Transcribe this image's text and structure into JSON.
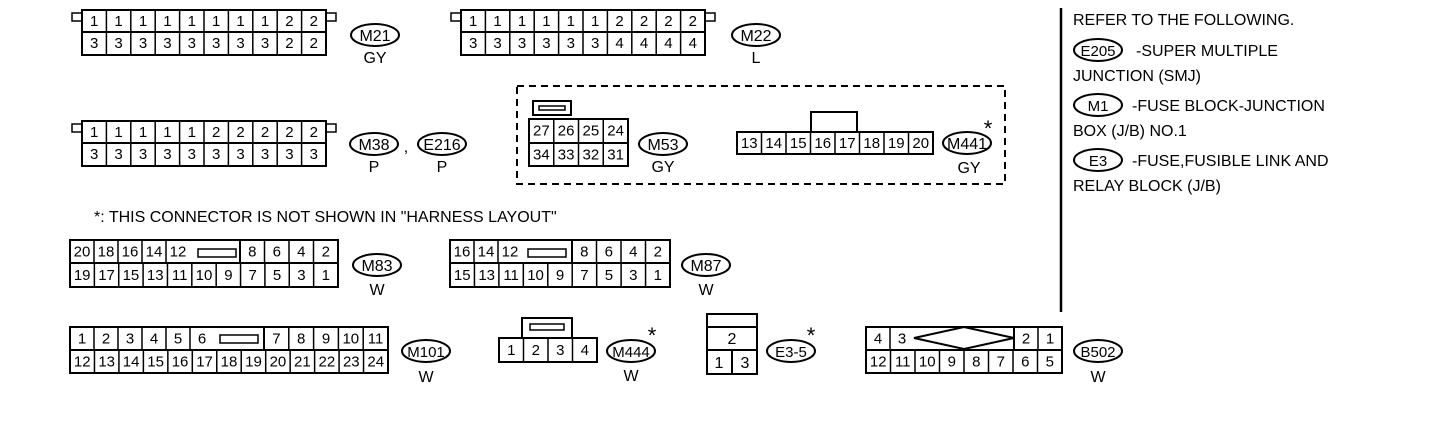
{
  "connectors": {
    "m21": {
      "row1": [
        "1",
        "1",
        "1",
        "1",
        "1",
        "1",
        "1",
        "1",
        "2",
        "2"
      ],
      "row2": [
        "3",
        "3",
        "3",
        "3",
        "3",
        "3",
        "3",
        "3",
        "2",
        "2"
      ],
      "id": "M21",
      "color": "GY"
    },
    "m22": {
      "row1": [
        "1",
        "1",
        "1",
        "1",
        "1",
        "1",
        "2",
        "2",
        "2",
        "2"
      ],
      "row2": [
        "3",
        "3",
        "3",
        "3",
        "3",
        "3",
        "4",
        "4",
        "4",
        "4"
      ],
      "id": "M22",
      "color": "L"
    },
    "m38": {
      "row1": [
        "1",
        "1",
        "1",
        "1",
        "1",
        "2",
        "2",
        "2",
        "2",
        "2"
      ],
      "row2": [
        "3",
        "3",
        "3",
        "3",
        "3",
        "3",
        "3",
        "3",
        "3",
        "3"
      ],
      "id": "M38",
      "color": "P",
      "separator": ",",
      "alt_id": "E216",
      "alt_color": "P"
    },
    "m53": {
      "row1": [
        "27",
        "26",
        "25",
        "24"
      ],
      "row2": [
        "34",
        "33",
        "32",
        "31"
      ],
      "id": "M53",
      "color": "GY"
    },
    "m441": {
      "row1": [
        "13",
        "14",
        "15",
        "16",
        "17",
        "18",
        "19",
        "20"
      ],
      "id": "M441",
      "color": "GY",
      "asterisk": "*"
    },
    "m83": {
      "row1_left": [
        "20",
        "18",
        "16",
        "14",
        "12"
      ],
      "row1_right": [
        "8",
        "6",
        "4",
        "2"
      ],
      "row2": [
        "19",
        "17",
        "15",
        "13",
        "11",
        "10",
        "9",
        "7",
        "5",
        "3",
        "1"
      ],
      "id": "M83",
      "color": "W"
    },
    "m87": {
      "row1_left": [
        "16",
        "14",
        "12"
      ],
      "row1_right": [
        "8",
        "6",
        "4",
        "2"
      ],
      "row2": [
        "15",
        "13",
        "11",
        "10",
        "9",
        "7",
        "5",
        "3",
        "1"
      ],
      "id": "M87",
      "color": "W"
    },
    "m101": {
      "row1_left": [
        "1",
        "2",
        "3",
        "4",
        "5",
        "6"
      ],
      "row1_right": [
        "7",
        "8",
        "9",
        "10",
        "11"
      ],
      "row2": [
        "12",
        "13",
        "14",
        "15",
        "16",
        "17",
        "18",
        "19",
        "20",
        "21",
        "22",
        "23",
        "24"
      ],
      "id": "M101",
      "color": "W"
    },
    "m444": {
      "row1": [
        "1",
        "2",
        "3",
        "4"
      ],
      "id": "M444",
      "color": "W",
      "asterisk": "*"
    },
    "e35": {
      "top": "2",
      "bottom": [
        "1",
        "3"
      ],
      "id": "E3-5",
      "asterisk": "*"
    },
    "b502": {
      "row1_left": [
        "4",
        "3"
      ],
      "row1_right": [
        "2",
        "1"
      ],
      "row2": [
        "12",
        "11",
        "10",
        "9",
        "8",
        "7",
        "6",
        "5"
      ],
      "id": "B502",
      "color": "W"
    }
  },
  "note": "*: THIS CONNECTOR IS NOT SHOWN IN \"HARNESS LAYOUT\"",
  "reference": {
    "heading": "REFER TO THE FOLLOWING.",
    "items": [
      {
        "badge": "E205",
        "line1": "-SUPER MULTIPLE",
        "line2": "JUNCTION (SMJ)"
      },
      {
        "badge": "M1",
        "line1": "-FUSE BLOCK-JUNCTION",
        "line2": "BOX (J/B) NO.1"
      },
      {
        "badge": "E3",
        "line1": "-FUSE,FUSIBLE LINK AND",
        "line2": "RELAY BLOCK (J/B)"
      }
    ]
  }
}
